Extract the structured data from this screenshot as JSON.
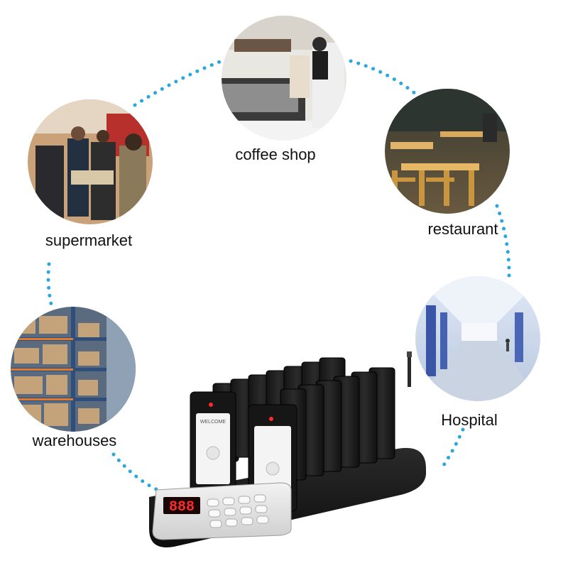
{
  "locations": {
    "coffee_shop": "coffee shop",
    "supermarket": "supermarket",
    "restaurant": "restaurant",
    "warehouses": "warehouses",
    "hospital": "Hospital"
  },
  "device": {
    "display_digits": "888",
    "pager_label": "WELCOME"
  },
  "colors": {
    "dot_accent": "#2aa7e0",
    "display_red": "#ff2a2a",
    "base_dark": "#1b1b1b"
  }
}
